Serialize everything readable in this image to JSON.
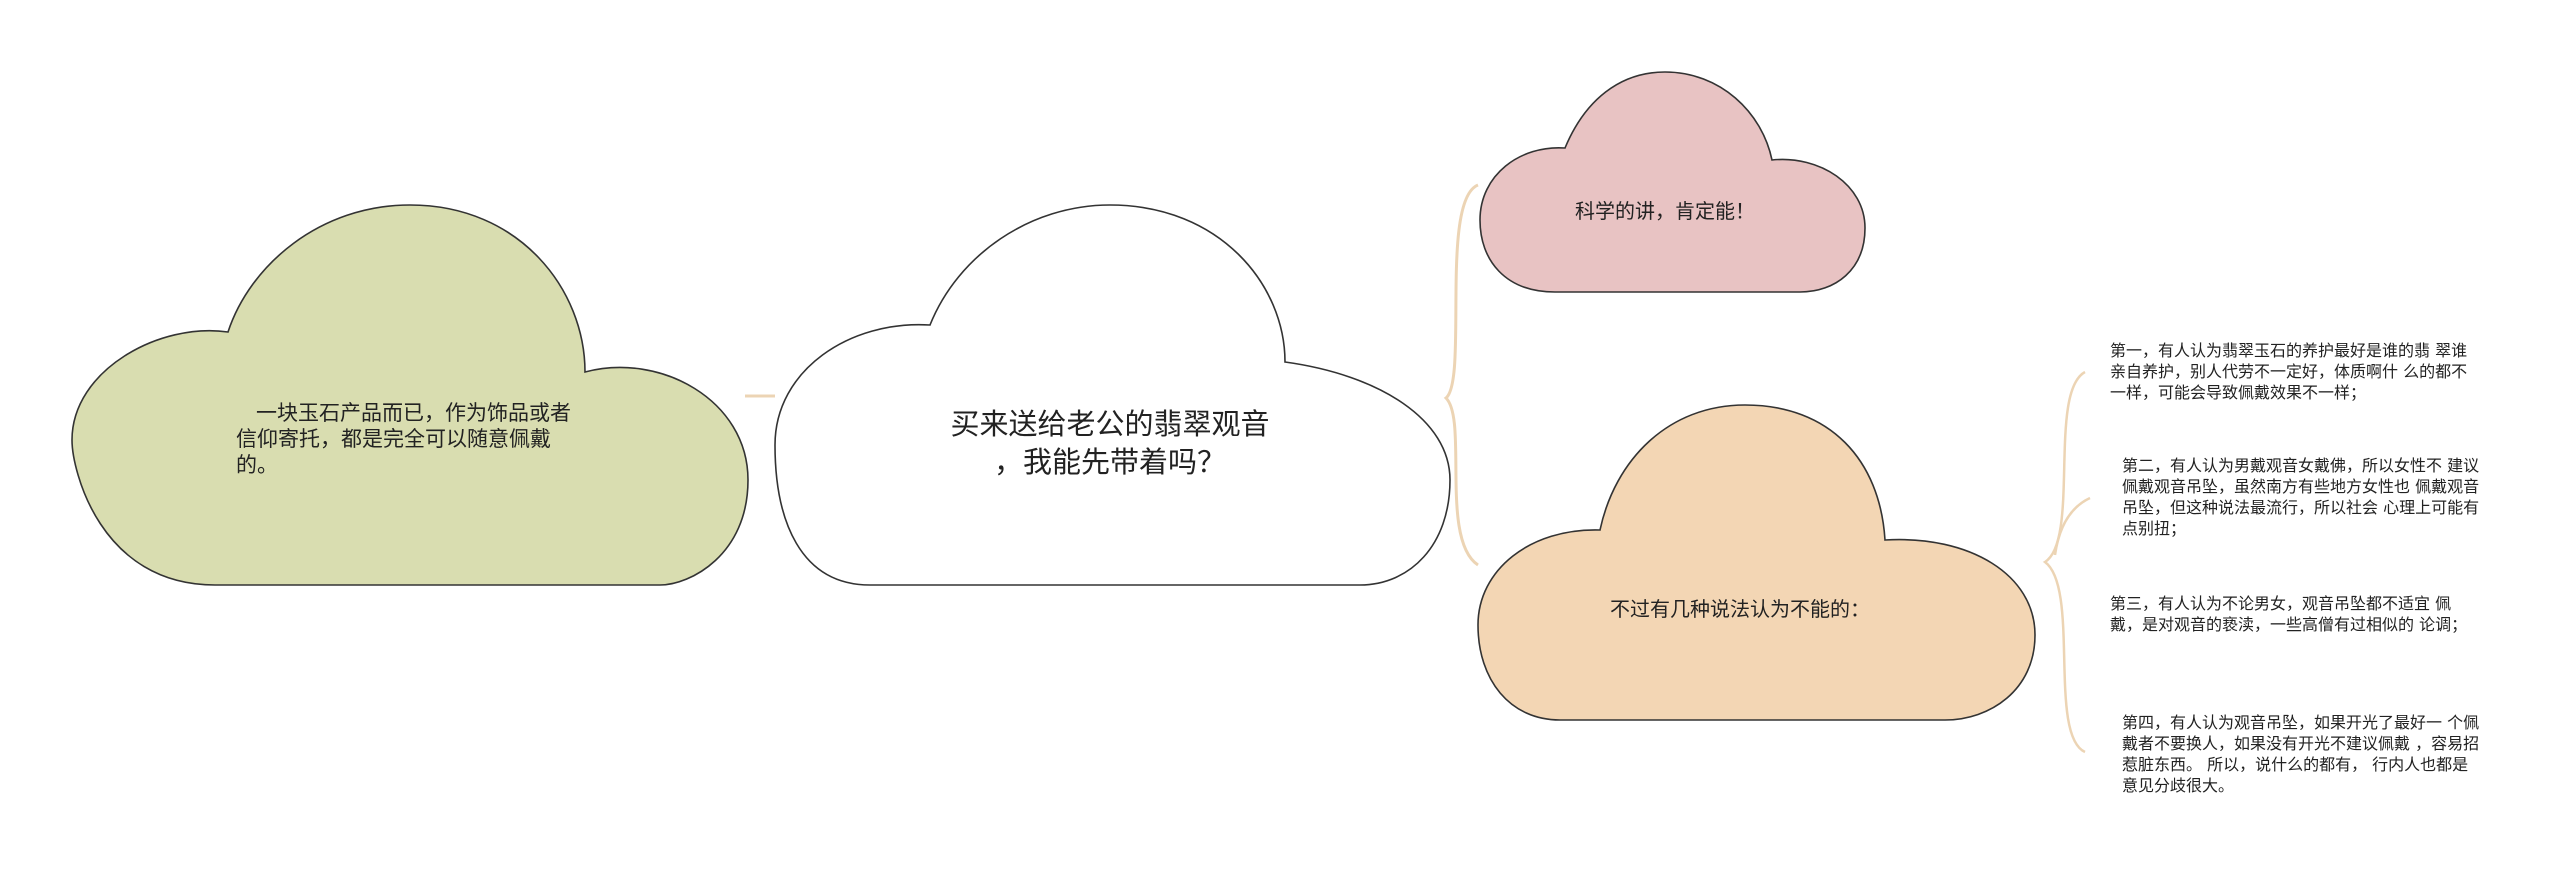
{
  "colors": {
    "left_cloud": "#d9ddb0",
    "center_cloud": "#ffffff",
    "top_cloud": "#e8c3c3",
    "mid_cloud": "#f3d6b4",
    "connector": "#ecd4b4",
    "stroke": "#333333"
  },
  "nodes": {
    "center": {
      "text": "买来送给老公的翡翠观音\n，我能先带着吗？"
    },
    "left": {
      "text": "   一块玉石产品而已，作为饰品或者\n信仰寄托，都是完全可以随意佩戴\n的。"
    },
    "top_right": {
      "text": "科学的讲，肯定能！"
    },
    "mid_right": {
      "text": "不过有几种说法认为不能的："
    }
  },
  "leaves": [
    {
      "text": "第一，有人认为翡翠玉石的养护最好是谁的翡\n翠谁亲自养护，别人代劳不一定好，体质啊什\n么的都不一样，可能会导致佩戴效果不一样；"
    },
    {
      "text": "第二，有人认为男戴观音女戴佛，所以女性不\n建议佩戴观音吊坠，虽然南方有些地方女性也\n佩戴观音吊坠，但这种说法最流行，所以社会\n心理上可能有点别扭；"
    },
    {
      "text": "第三，有人认为不论男女，观音吊坠都不适宜\n佩戴，是对观音的亵渎，一些高僧有过相似的\n论调；"
    },
    {
      "text": "第四，有人认为观音吊坠，如果开光了最好一\n个佩戴者不要换人，如果没有开光不建议佩戴\n，容易招惹脏东西。 所以，说什么的都有，\n行内人也都是意见分歧很大。"
    }
  ]
}
